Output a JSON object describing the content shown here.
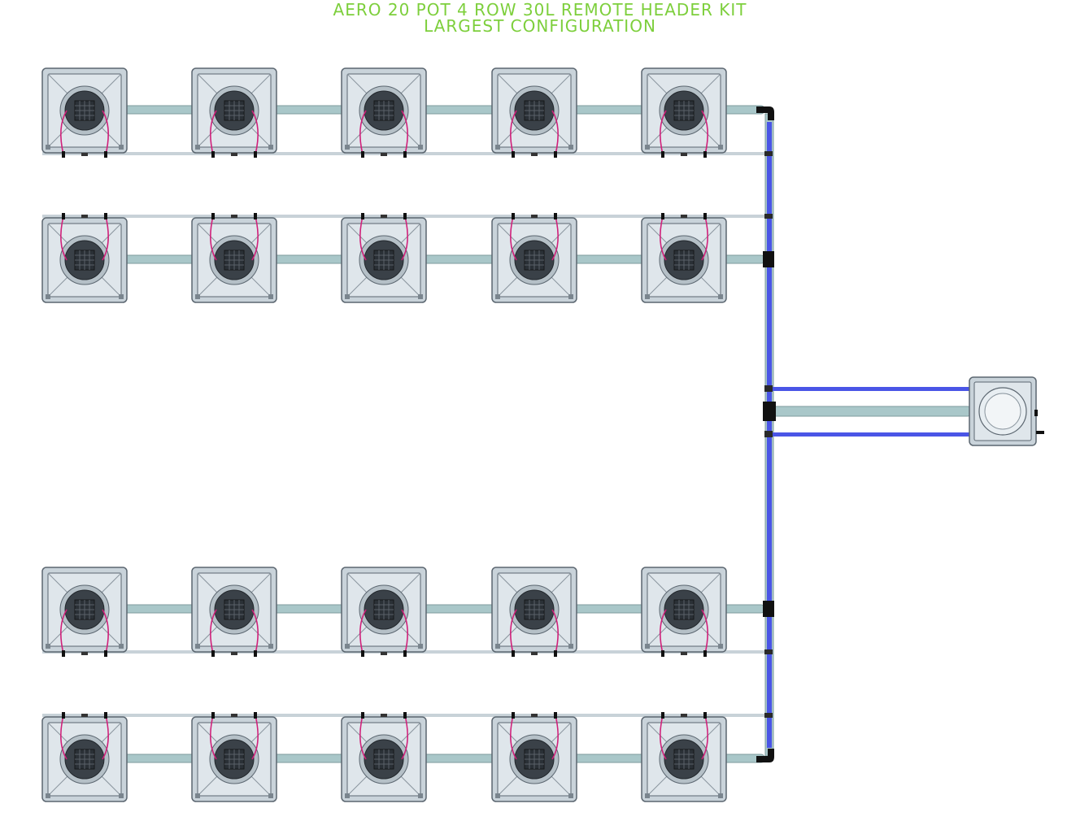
{
  "title": {
    "line1": "AERO 20 POT 4 ROW 30L REMOTE HEADER KIT",
    "line2": "LARGEST CONFIGURATION"
  },
  "colors": {
    "title": "#7dcf3c",
    "pot_body": "#c9d3da",
    "pot_outline": "#5b6670",
    "pot_center": "#3a4148",
    "link_pipe": "#a9c7c9",
    "feed_pipe": "#4a55e6",
    "return_pipe": "#c8d2d8",
    "drip_line": "#d0207a",
    "fitting": "#111111"
  },
  "layout_summary": {
    "rows": 4,
    "pots_per_row": 5,
    "header_units": 1
  }
}
